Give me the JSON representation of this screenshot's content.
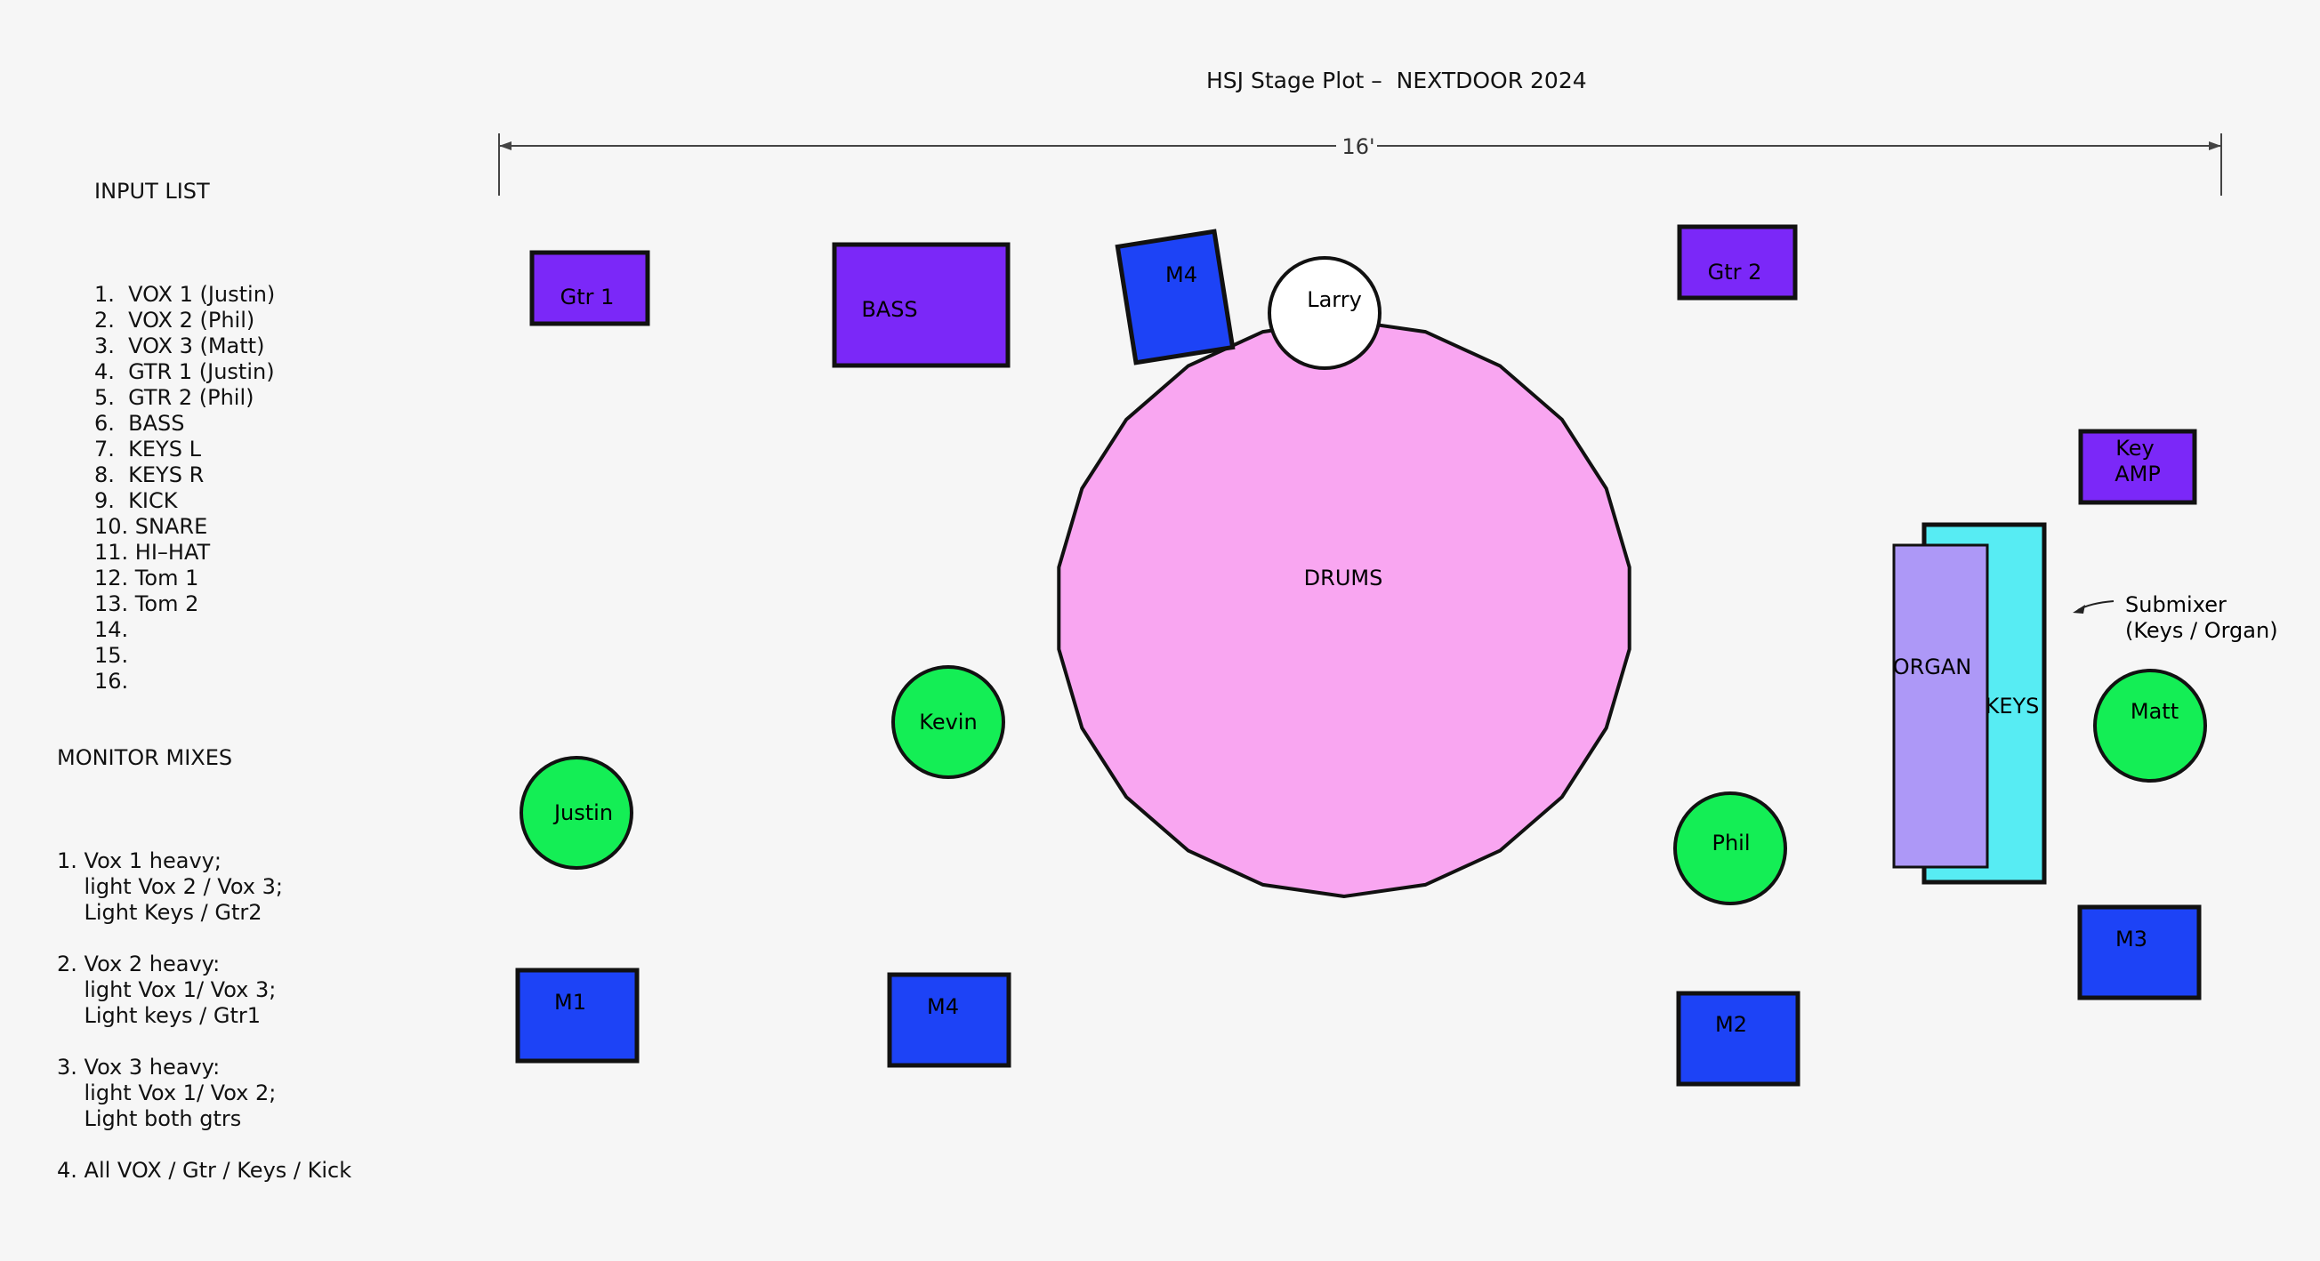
{
  "title": "HSJ Stage Plot –  NEXTDOOR 2024",
  "dimension_label": "16'",
  "input_list": {
    "heading": "INPUT LIST",
    "items": [
      "1.  VOX 1 (Justin)",
      "2.  VOX 2 (Phil)",
      "3.  VOX 3 (Matt)",
      "4.  GTR 1 (Justin)",
      "5.  GTR 2 (Phil)",
      "6.  BASS",
      "7.  KEYS L",
      "8.  KEYS R",
      "9.  KICK",
      "10. SNARE",
      "11. HI–HAT",
      "12. Tom 1",
      "13. Tom 2",
      "14.",
      "15.",
      "16."
    ]
  },
  "monitor_mixes": {
    "heading": "MONITOR MIXES",
    "mixes": [
      [
        "1. Vox 1 heavy;",
        "    light Vox 2 / Vox 3;",
        "    Light Keys / Gtr2"
      ],
      [
        "2. Vox 2 heavy:",
        "    light Vox 1/ Vox 3;",
        "    Light keys / Gtr1"
      ],
      [
        "3. Vox 3 heavy:",
        "    light Vox 1/ Vox 2;",
        "    Light both gtrs"
      ],
      [
        "4. All VOX / Gtr / Keys / Kick"
      ]
    ]
  },
  "amps": {
    "gtr1": "Gtr 1",
    "bass": "BASS",
    "gtr2": "Gtr 2",
    "key_amp_line1": "Key",
    "key_amp_line2": "AMP"
  },
  "monitors": {
    "m4_top": "M4",
    "m1": "M1",
    "m4_bottom": "M4",
    "m2": "M2",
    "m3": "M3"
  },
  "musicians": {
    "larry": "Larry",
    "kevin": "Kevin",
    "justin": "Justin",
    "phil": "Phil",
    "matt": "Matt"
  },
  "drums": "DRUMS",
  "organ": "ORGAN",
  "keys": "KEYS",
  "submixer_line1": "Submixer",
  "submixer_line2": "(Keys / Organ)",
  "colors": {
    "background": "#f6f6f6",
    "amp_purple": "#7b28f8",
    "monitor_blue": "#1d43f6",
    "musician_green": "#14ee55",
    "drums_pink": "#f9a6f1",
    "organ_lavender": "#ad98f7",
    "keys_cyan": "#57ecf3",
    "outline": "#111111"
  }
}
